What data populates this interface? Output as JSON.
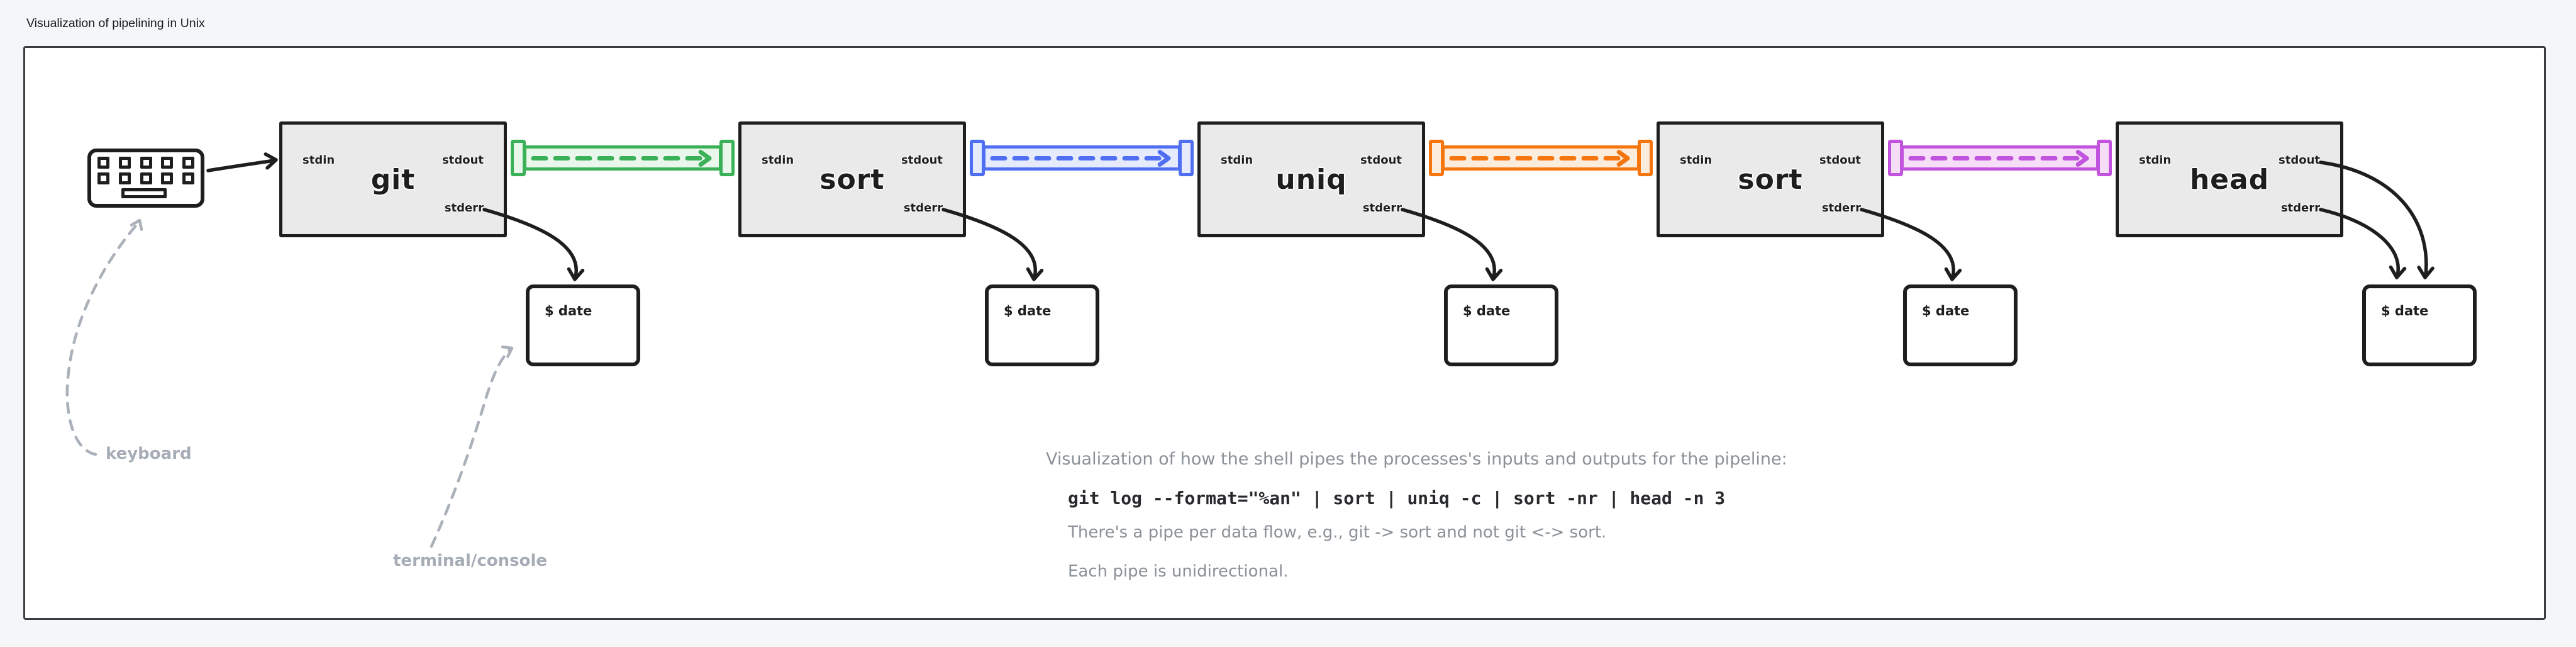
{
  "page": {
    "title": "Visualization of pipelining in Unix"
  },
  "ports": {
    "stdin": "stdin",
    "stdout": "stdout",
    "stderr": "stderr"
  },
  "processes": [
    {
      "name": "git"
    },
    {
      "name": "sort"
    },
    {
      "name": "uniq"
    },
    {
      "name": "sort"
    },
    {
      "name": "head"
    }
  ],
  "pipes": [
    {
      "name": "pipe-git-sort",
      "stroke": "#3bb157",
      "fill": "#e9f6ec"
    },
    {
      "name": "pipe-sort-uniq",
      "stroke": "#4f6ef2",
      "fill": "#e5ebfc"
    },
    {
      "name": "pipe-uniq-sort",
      "stroke": "#f5750f",
      "fill": "#fcecdc"
    },
    {
      "name": "pipe-sort-head",
      "stroke": "#c253de",
      "fill": "#f6def8"
    }
  ],
  "terminals": [
    {
      "command": "$ date"
    },
    {
      "command": "$ date"
    },
    {
      "command": "$ date"
    },
    {
      "command": "$ date"
    },
    {
      "command": "$ date"
    }
  ],
  "annotations": {
    "keyboard": "keyboard",
    "terminal": "terminal/console"
  },
  "notes": {
    "intro": "Visualization of how the shell pipes the processes's inputs and outputs for the pipeline:",
    "command": "git log --format=\"%an\" | sort | uniq -c | sort -nr | head -n 3",
    "pipe_note": "There's a pipe per data flow, e.g., git -> sort and not git <-> sort.",
    "direction_note": "Each pipe is unidirectional."
  },
  "colors": {
    "box_fill": "#eaeaea",
    "line": "#1e1e1e",
    "muted": "#a6adb6",
    "note_text": "#8b9197"
  }
}
